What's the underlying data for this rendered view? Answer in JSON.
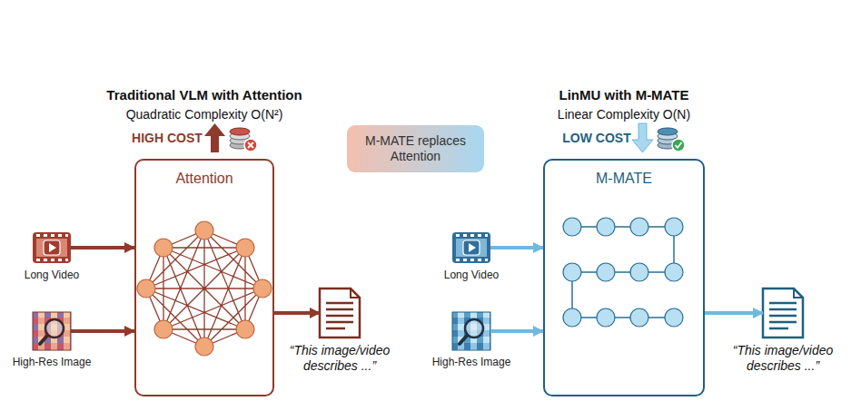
{
  "diagram": {
    "nodes": [
      {
        "text": [
          "Long Video"
        ]
      },
      {
        "text": [
          "High-Res Image"
        ]
      },
      {
        "text": [
          "Attention"
        ]
      },
      {
        "text": [
          "“This image/video describes ...”"
        ]
      },
      {
        "text": [
          "M-MATE replaces Attention"
        ]
      },
      {
        "text": [
          "Long Video"
        ]
      },
      {
        "text": [
          "High-Res Image"
        ]
      },
      {
        "text": [
          "M-MATE"
        ]
      },
      {
        "text": [
          "“This image/video describes ...”"
        ]
      }
    ],
    "edges": [
      {
        "from": 0,
        "to": 2,
        "arrow": "to"
      },
      {
        "from": 1,
        "to": 2,
        "arrow": "to"
      },
      {
        "from": 2,
        "to": 3,
        "arrow": "to"
      },
      {
        "from": 5,
        "to": 7,
        "arrow": "to"
      },
      {
        "from": 6,
        "to": 7,
        "arrow": "to"
      },
      {
        "from": 7,
        "to": 8,
        "arrow": "to"
      }
    ],
    "labels": [
      "Traditional VLM with Attention",
      "Quadratic Complexity O(N²)",
      "HIGH COST",
      "LinMU with M-MATE",
      "Linear Complexity O(N)",
      "LOW COST"
    ]
  }
}
